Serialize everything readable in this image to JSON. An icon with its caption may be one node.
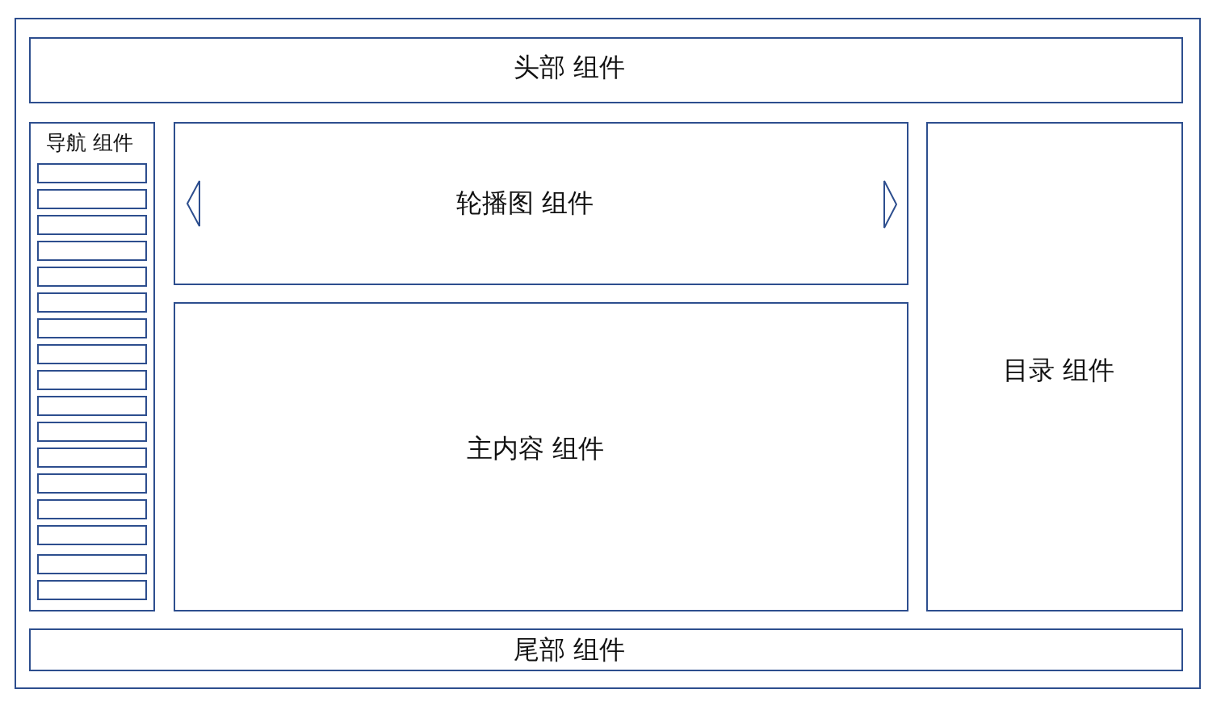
{
  "diagram": {
    "nodes": [
      {
        "text": [],
        "shape": "box"
      },
      {
        "text": [
          "头部 组件"
        ],
        "in": 0
      },
      {
        "text": [
          "导航 组件"
        ],
        "in": 0
      },
      {
        "text": [],
        "shape": "box",
        "in": 2
      },
      {
        "text": [],
        "shape": "box",
        "in": 2
      },
      {
        "text": [],
        "shape": "box",
        "in": 2
      },
      {
        "text": [],
        "shape": "box",
        "in": 2
      },
      {
        "text": [],
        "shape": "box",
        "in": 2
      },
      {
        "text": [],
        "shape": "box",
        "in": 2
      },
      {
        "text": [],
        "shape": "box",
        "in": 2
      },
      {
        "text": [],
        "shape": "box",
        "in": 2
      },
      {
        "text": [],
        "shape": "box",
        "in": 2
      },
      {
        "text": [],
        "shape": "box",
        "in": 2
      },
      {
        "text": [],
        "shape": "box",
        "in": 2
      },
      {
        "text": [],
        "shape": "box",
        "in": 2
      },
      {
        "text": [],
        "shape": "box",
        "in": 2
      },
      {
        "text": [],
        "shape": "box",
        "in": 2
      },
      {
        "text": [],
        "shape": "box",
        "in": 2
      },
      {
        "text": [],
        "shape": "box",
        "in": 2
      },
      {
        "text": [],
        "shape": "box",
        "in": 2
      },
      {
        "text": [
          "轮播图 组件"
        ],
        "in": 0
      },
      {
        "text": [
          "主内容 组件"
        ],
        "in": 0
      },
      {
        "text": [
          "目录 组件"
        ],
        "in": 0
      },
      {
        "text": [
          "尾部 组件"
        ],
        "in": 0
      }
    ]
  }
}
